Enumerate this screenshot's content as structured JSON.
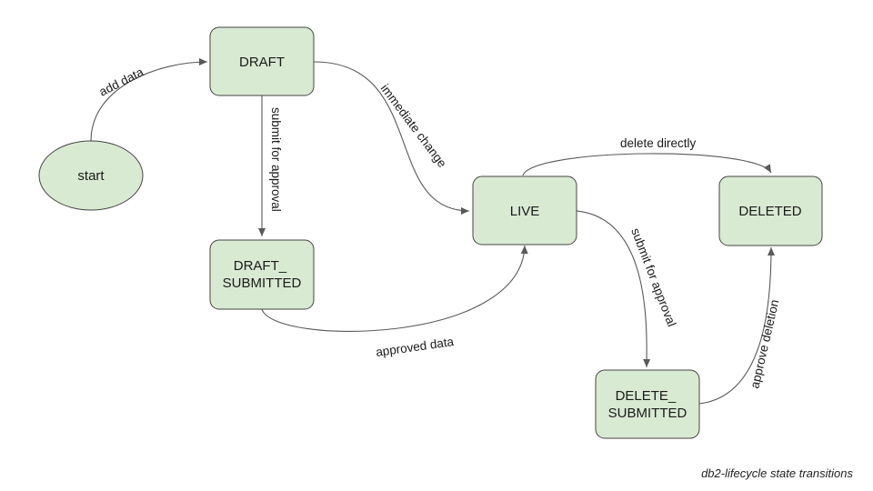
{
  "colors": {
    "node_fill": "#d9ead3",
    "node_stroke": "#444444",
    "edge": "#595959"
  },
  "nodes": {
    "start": "start",
    "draft": "DRAFT",
    "draft_submitted": [
      "DRAFT_",
      "SUBMITTED"
    ],
    "live": "LIVE",
    "deleted": "DELETED",
    "delete_submitted": [
      "DELETE_",
      "SUBMITTED"
    ]
  },
  "edges": {
    "add_data": "add data",
    "submit_for_approval_draft": "submit for approval",
    "immediate_change": "immediate change",
    "approved_data": "approved data",
    "delete_directly": "delete directly",
    "submit_for_approval_live": "submit for approval",
    "approve_deletion": "approve deletion"
  },
  "caption": "db2-lifecycle state transitions"
}
